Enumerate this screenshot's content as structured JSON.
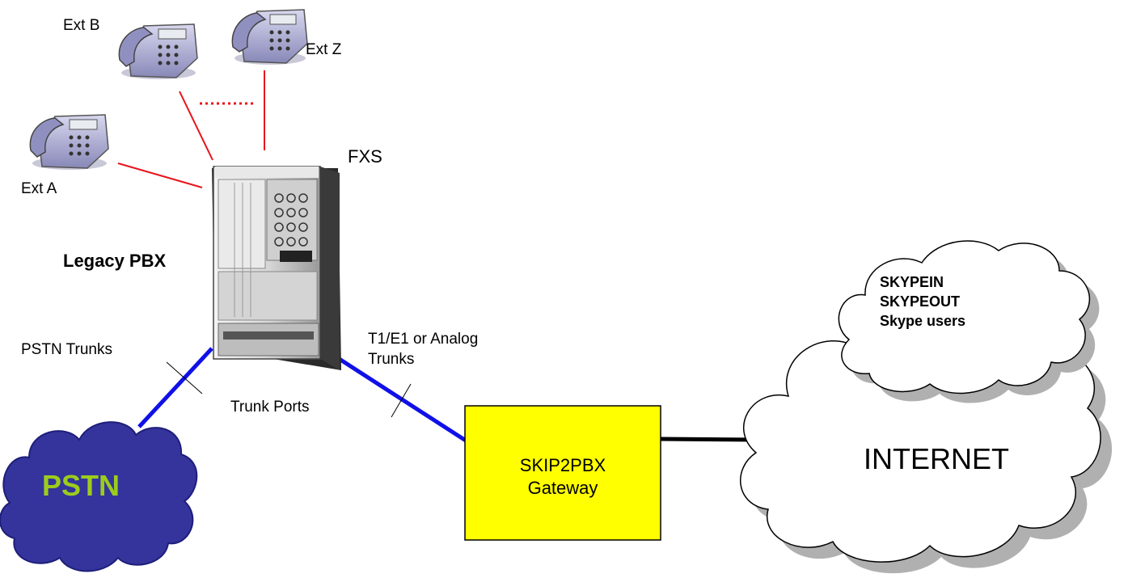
{
  "labels": {
    "ext_b": "Ext B",
    "ext_z": "Ext Z",
    "ext_a": "Ext A",
    "fxs": "FXS",
    "legacy_pbx": "Legacy PBX",
    "pstn_trunks": "PSTN Trunks",
    "trunk_ports": "Trunk Ports",
    "t1e1_line1": "T1/E1 or Analog",
    "t1e1_line2": "Trunks"
  },
  "gateway": {
    "line1": "SKIP2PBX",
    "line2": "Gateway"
  },
  "skype_cloud": {
    "line1": "SKYPEIN",
    "line2": "SKYPEOUT",
    "line3": "Skype users"
  },
  "internet": "INTERNET",
  "pstn": "PSTN",
  "colors": {
    "extension_line": "#e8141c",
    "trunk_line": "#1010e8",
    "gateway_fill": "#ffff00",
    "pstn_cloud": "#34349c",
    "pstn_text": "#9ccc1c",
    "cloud_shadow": "#b0b0b0"
  },
  "icons": [
    "phone-icon",
    "pbx-cabinet-icon",
    "cloud-icon"
  ]
}
